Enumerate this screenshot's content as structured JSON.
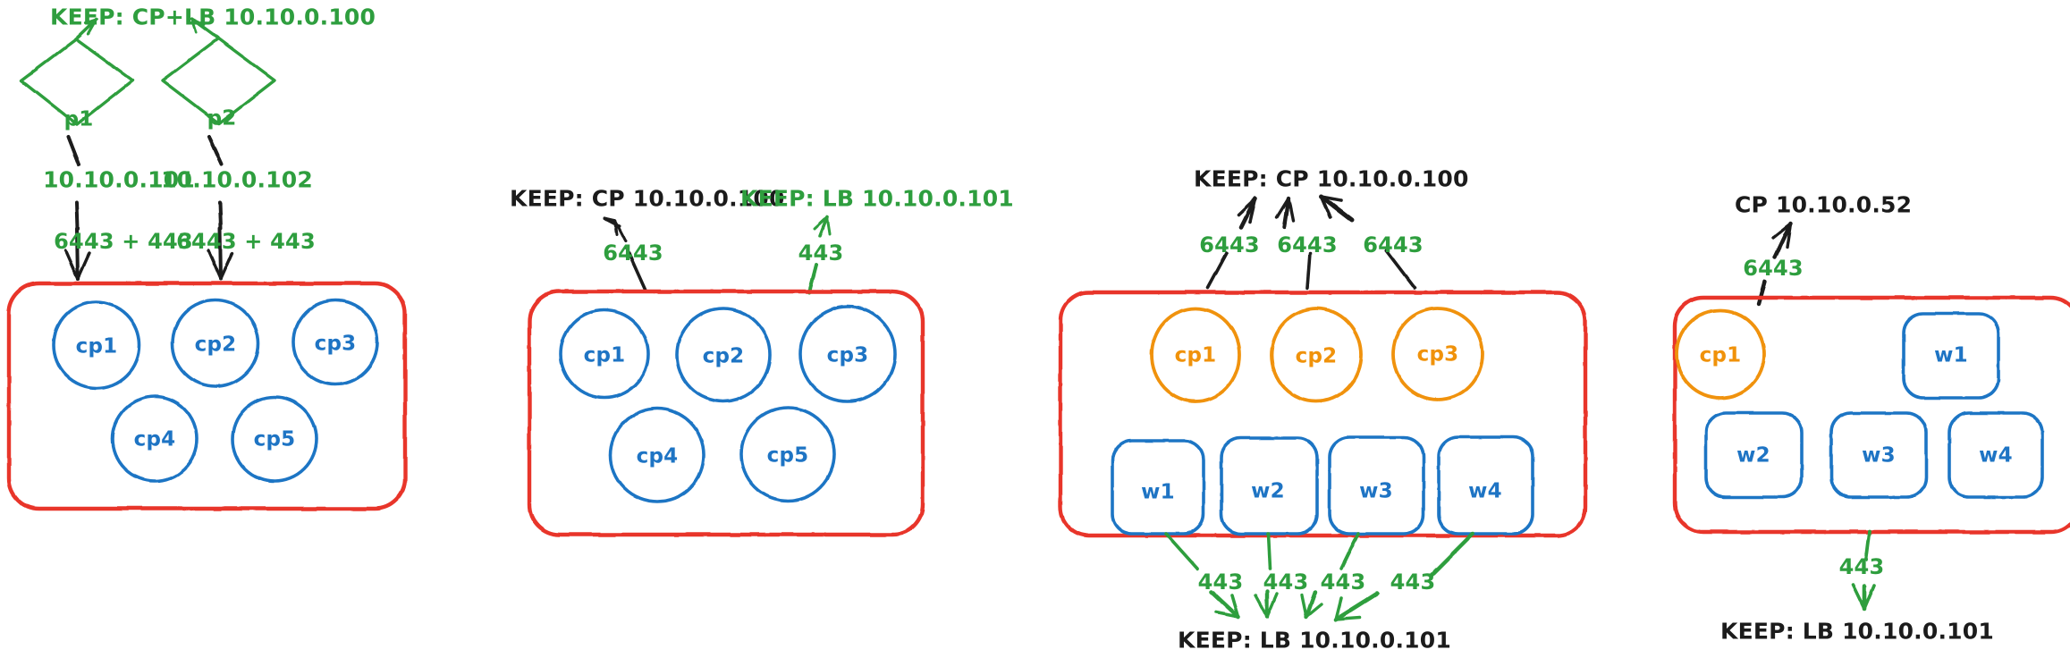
{
  "meta": {
    "colors": {
      "green": "#2e9e3e",
      "black": "#1b1b1b",
      "red": "#e8342a",
      "blue": "#1e74c4",
      "orange": "#f0920a",
      "background": "#ffffff"
    }
  },
  "panels": [
    {
      "id": "panel-1",
      "top_label": {
        "text": "KEEP: CP+LB 10.10.0.100",
        "color": "green"
      },
      "diamonds": [
        {
          "label": "p1",
          "ip": "10.10.0.101",
          "port_label": "6443 + 443"
        },
        {
          "label": "p2",
          "ip": "10.10.0.102",
          "port_label": "6443 + 443"
        }
      ],
      "box": {
        "circles_row1": [
          "cp1",
          "cp2",
          "cp3"
        ],
        "circles_row2": [
          "cp4",
          "cp5"
        ]
      }
    },
    {
      "id": "panel-2",
      "top_labels": [
        {
          "text": "KEEP: CP 10.10.0.100",
          "color": "black",
          "port": "6443",
          "arrow": "black"
        },
        {
          "text": "KEEP: LB 10.10.0.101",
          "color": "green",
          "port": "443",
          "arrow": "green"
        }
      ],
      "box": {
        "circles_row1": [
          "cp1",
          "cp2",
          "cp3"
        ],
        "circles_row2": [
          "cp4",
          "cp5"
        ]
      }
    },
    {
      "id": "panel-3",
      "top_label": {
        "text": "KEEP: CP 10.10.0.100",
        "color": "black"
      },
      "top_ports": [
        "6443",
        "6443",
        "6443"
      ],
      "box": {
        "circles_row1": [
          "cp1",
          "cp2",
          "cp3"
        ],
        "squares_row2": [
          "w1",
          "w2",
          "w3",
          "w4"
        ]
      },
      "bottom_ports": [
        "443",
        "443",
        "443",
        "443"
      ],
      "bottom_label": {
        "text": "KEEP: LB 10.10.0.101",
        "color": "black"
      }
    },
    {
      "id": "panel-4",
      "top_label": {
        "text": "CP 10.10.0.52",
        "color": "black"
      },
      "top_ports": [
        "6443"
      ],
      "box": {
        "circles": [
          "cp1"
        ],
        "squares_row1": [
          "w1"
        ],
        "squares_row2": [
          "w2",
          "w3",
          "w4"
        ]
      },
      "bottom_ports": [
        "443"
      ],
      "bottom_label": {
        "text": "KEEP: LB 10.10.0.101",
        "color": "black"
      }
    }
  ]
}
